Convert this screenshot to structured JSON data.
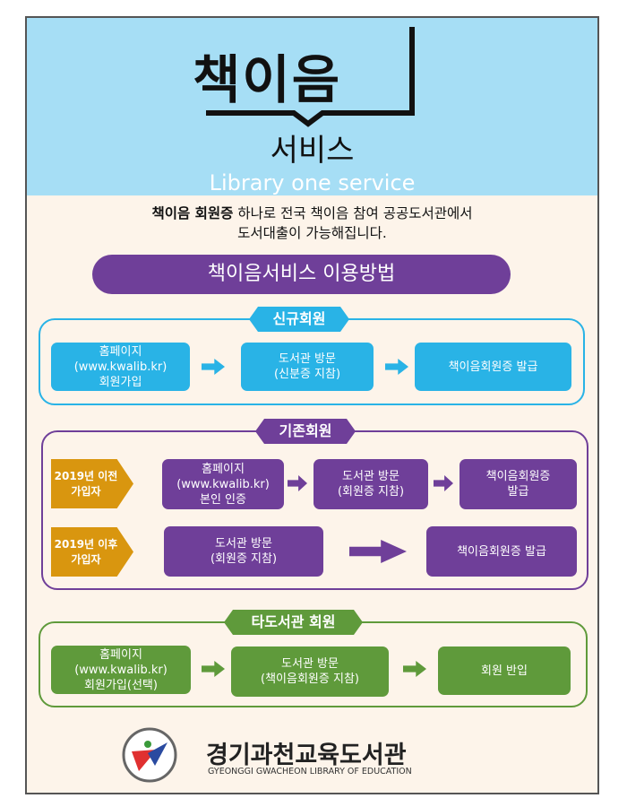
{
  "header": {
    "title": "책이음",
    "subtitle": "서비스",
    "english": "Library one service"
  },
  "intro": {
    "bold": "책이음 회원증",
    "line1": " 하나로 전국 책이음 참여 공공도서관에서",
    "line2": "도서대출이 가능해집니다."
  },
  "banner": "책이음서비스 이용방법",
  "new_member": {
    "tag": "신규회원",
    "steps": [
      "홈페이지\n(www.kwalib.kr)\n회원가입",
      "도서관 방문\n(신분증 지참)",
      "책이음회원증 발급"
    ]
  },
  "existing_member": {
    "tag": "기존회원",
    "before": {
      "label": "2019년 이전\n가입자",
      "steps": [
        "홈페이지\n(www.kwalib.kr)\n본인 인증",
        "도서관 방문\n(회원증 지참)",
        "책이음회원증\n발급"
      ]
    },
    "after": {
      "label": "2019년 이후\n가입자",
      "steps": [
        "도서관 방문\n(회원증 지참)",
        "책이음회원증 발급"
      ]
    }
  },
  "other_library": {
    "tag": "타도서관 회원",
    "steps": [
      "홈페이지\n(www.kwalib.kr)\n회원가입(선택)",
      "도서관 방문\n(책이음회원증 지참)",
      "회원 반입"
    ]
  },
  "footer": {
    "name": "경기과천교육도서관",
    "english": "GYEONGGI GWACHEON LIBRARY OF EDUCATION"
  },
  "colors": {
    "blue": "#29b3e6",
    "purple": "#6f3f99",
    "green": "#5f9a3b",
    "gold": "#d9960f",
    "header_bg": "#a6def5"
  }
}
